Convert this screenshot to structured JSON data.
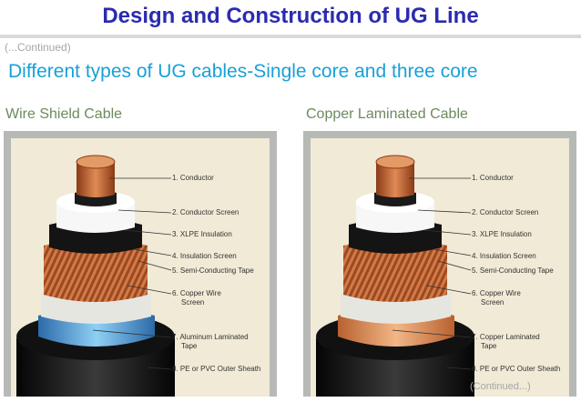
{
  "title": "Design and Construction of UG Line",
  "continued_top": "(...Continued)",
  "subtitle": "Different types of UG cables-Single core and three core",
  "panels": [
    {
      "title": "Wire Shield Cable",
      "labels": [
        "1. Conductor",
        "2. Conductor Screen",
        "3. XLPE Insulation",
        "4. Insulation Screen",
        "5. Semi-Conducting Tape",
        "6. Copper Wire",
        "Screen",
        "7. Aluminum Laminated",
        "Tape",
        "8. PE or PVC Outer Sheath"
      ]
    },
    {
      "title": "Copper Laminated Cable",
      "labels": [
        "1. Conductor",
        "2. Conductor Screen",
        "3. XLPE Insulation",
        "4. Insulation Screen",
        "5. Semi-Conducting Tape",
        "6. Copper Wire",
        "Screen",
        "7. Copper Laminated",
        "Tape",
        "8. PE or PVC Outer Sheath"
      ]
    }
  ],
  "continued_bottom": "(Continued...)",
  "colors": {
    "title": "#2b2bb0",
    "subtitle": "#1aa0d8",
    "panel_title": "#6d8a5e",
    "copper": "#c8693a",
    "aluminum_tape": "#5aa6dc",
    "copper_tape": "#e39a66",
    "sheath": "#1c1c1c"
  }
}
